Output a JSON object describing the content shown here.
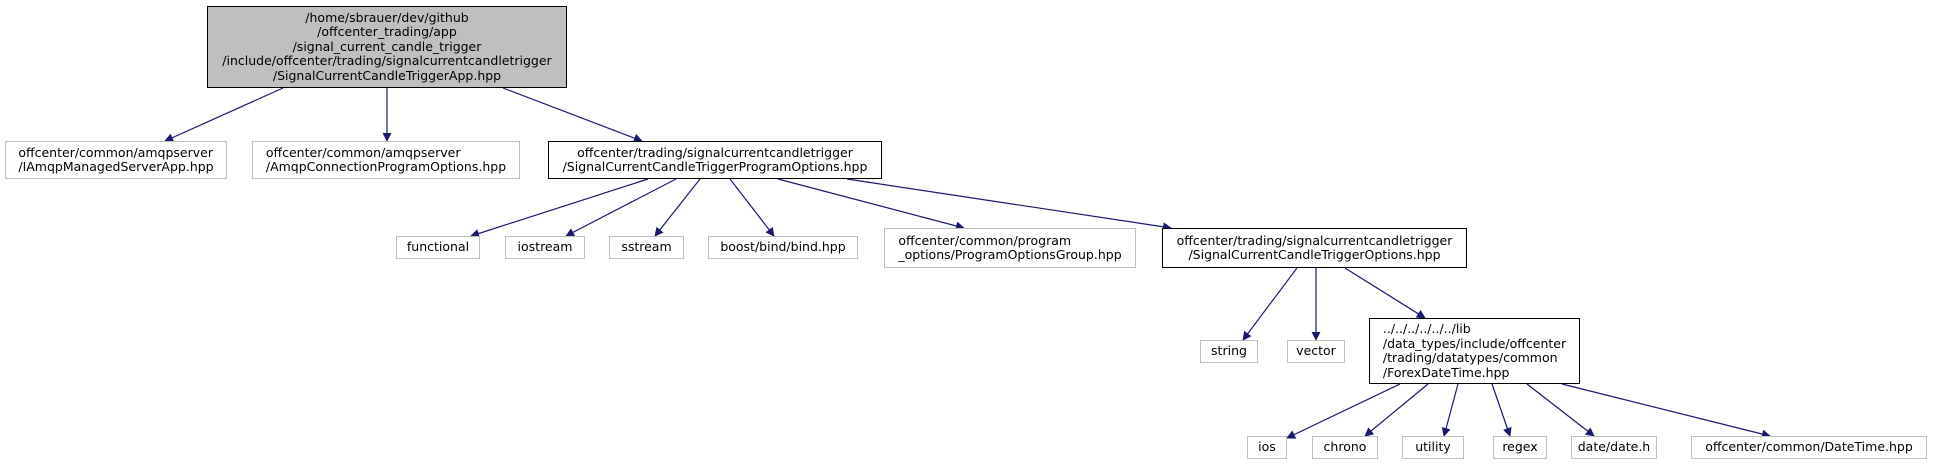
{
  "diagram": {
    "edge_color": "#191970",
    "internal_border_color": "#000000",
    "external_border_color": "#bfbfbf",
    "root_fill_color": "#bfbfbf",
    "nodes": {
      "root": "/home/sbrauer/dev/github\n/offcenter_trading/app\n/signal_current_candle_trigger\n/include/offcenter/trading/signalcurrentcandletrigger\n/SignalCurrentCandleTriggerApp.hpp",
      "iamqp": "offcenter/common/amqpserver\n/IAmqpManagedServerApp.hpp",
      "amqpconn": "offcenter/common/amqpserver\n/AmqpConnectionProgramOptions.hpp",
      "progopts": "offcenter/trading/signalcurrentcandletrigger\n/SignalCurrentCandleTriggerProgramOptions.hpp",
      "functional": "functional",
      "iostream": "iostream",
      "sstream": "sstream",
      "boostbind": "boost/bind/bind.hpp",
      "optgroup": "offcenter/common/program\n_options/ProgramOptionsGroup.hpp",
      "triggeropts": "offcenter/trading/signalcurrentcandletrigger\n/SignalCurrentCandleTriggerOptions.hpp",
      "string": "string",
      "vector": "vector",
      "forexdt": "../../../../../../lib\n/data_types/include/offcenter\n/trading/datatypes/common\n/ForexDateTime.hpp",
      "ios": "ios",
      "chrono": "chrono",
      "utility": "utility",
      "regex": "regex",
      "datedate": "date/date.h",
      "commondt": "offcenter/common/DateTime.hpp"
    }
  }
}
